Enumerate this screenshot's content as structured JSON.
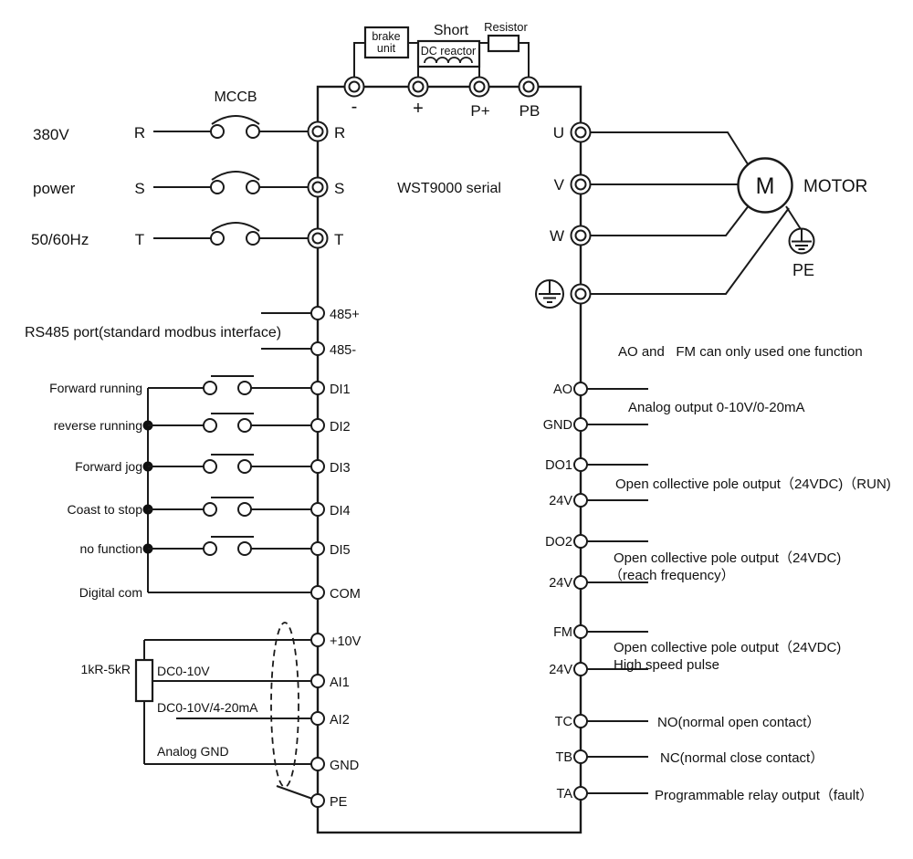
{
  "colors": {
    "line": "#1a1a1a",
    "background": "#ffffff"
  },
  "inverter": {
    "model": "WST9000 serial"
  },
  "dc_bus": {
    "brake_unit_line1": "brake",
    "brake_unit_line2": "unit",
    "short_label": "Short",
    "dc_reactor_label": "DC reactor",
    "resistor_label": "Resistor",
    "terminals": [
      "-",
      "+",
      "P+",
      "PB"
    ]
  },
  "power_input": {
    "line1": "380V",
    "line2": "power",
    "line3": "50/60Hz",
    "breaker": "MCCB",
    "phases": [
      "R",
      "S",
      "T"
    ],
    "terminals": [
      "R",
      "S",
      "T"
    ]
  },
  "rs485": {
    "description": "RS485 port(standard modbus interface)",
    "terminals": [
      "485+",
      "485-"
    ]
  },
  "digital_inputs": {
    "rows": [
      {
        "function": "Forward running",
        "terminal": "DI1"
      },
      {
        "function": "reverse running",
        "terminal": "DI2"
      },
      {
        "function": "Forward jog",
        "terminal": "DI3"
      },
      {
        "function": "Coast to stop",
        "terminal": "DI4"
      },
      {
        "function": "no function",
        "terminal": "DI5"
      }
    ],
    "common_function": "Digital com",
    "common_terminal": "COM"
  },
  "analog_inputs": {
    "potentiometer": "1kR-5kR",
    "supply_terminal": "+10V",
    "ai1_label": "DC0-10V",
    "ai1_terminal": "AI1",
    "ai2_label": "DC0-10V/4-20mA",
    "ai2_terminal": "AI2",
    "gnd_label": "Analog GND",
    "gnd_terminal": "GND",
    "pe_terminal": "PE"
  },
  "motor_output": {
    "terminals": [
      "U",
      "V",
      "W"
    ],
    "motor_symbol": "M",
    "motor_label": "MOTOR",
    "pe_label": "PE"
  },
  "outputs": {
    "note": "AO and   FM can only used one function",
    "terminals": [
      "AO",
      "GND",
      "DO1",
      "24V",
      "DO2",
      "24V",
      "FM",
      "24V",
      "TC",
      "TB",
      "TA"
    ],
    "analog_out_desc": "Analog output 0-10V/0-20mA",
    "do1_desc": "Open collective pole output（24VDC)（RUN)",
    "do2_desc1": "Open collective pole output（24VDC)",
    "do2_desc2": "（reach frequency）",
    "fm_desc1": "Open collective pole output（24VDC)",
    "fm_desc2": "High speed pulse",
    "tc_desc": "NO(normal open contact）",
    "tb_desc": "NC(normal close contact）",
    "ta_desc": "Programmable relay output（fault）"
  }
}
